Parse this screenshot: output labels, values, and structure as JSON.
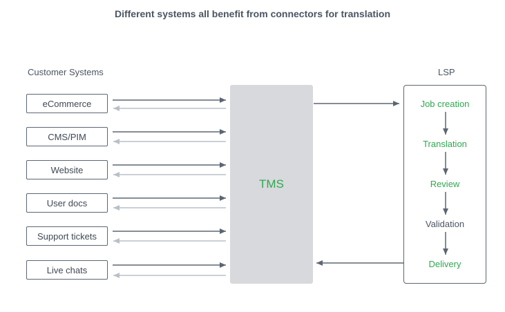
{
  "title": "Different systems all benefit from connectors for translation",
  "left_section_label": "Customer Systems",
  "right_section_label": "LSP",
  "customer_systems": [
    {
      "label": "eCommerce"
    },
    {
      "label": "CMS/PIM"
    },
    {
      "label": "Website"
    },
    {
      "label": "User docs"
    },
    {
      "label": "Support tickets"
    },
    {
      "label": "Live chats"
    }
  ],
  "tms_label": "TMS",
  "lsp_steps": [
    {
      "label": "Job creation",
      "color": "green"
    },
    {
      "label": "Translation",
      "color": "green"
    },
    {
      "label": "Review",
      "color": "green"
    },
    {
      "label": "Validation",
      "color": "gray"
    },
    {
      "label": "Delivery",
      "color": "green"
    }
  ],
  "colors": {
    "forward_arrow": "#5c6672",
    "return_arrow": "#b9c0c7",
    "accent_green": "#2fa84f",
    "tms_fill": "#d7d9dc"
  }
}
